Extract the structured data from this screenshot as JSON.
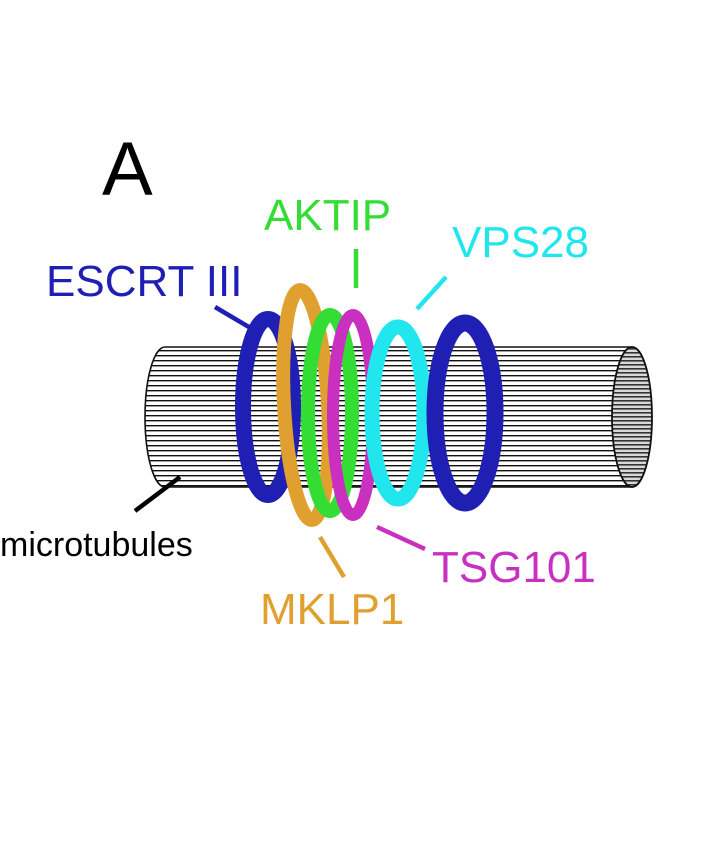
{
  "panel_label": "A",
  "labels": {
    "escrt": "ESCRT III",
    "aktip": "AKTIP",
    "vps28": "VPS28",
    "microtubules": "microtubules",
    "mklp1": "MKLP1",
    "tsg101": "TSG101"
  },
  "colors": {
    "escrt": "#1f1fb4",
    "aktip": "#33dd33",
    "vps28": "#22e6ee",
    "mklp1": "#e0a030",
    "tsg101": "#c930c0",
    "text": "#000000"
  }
}
